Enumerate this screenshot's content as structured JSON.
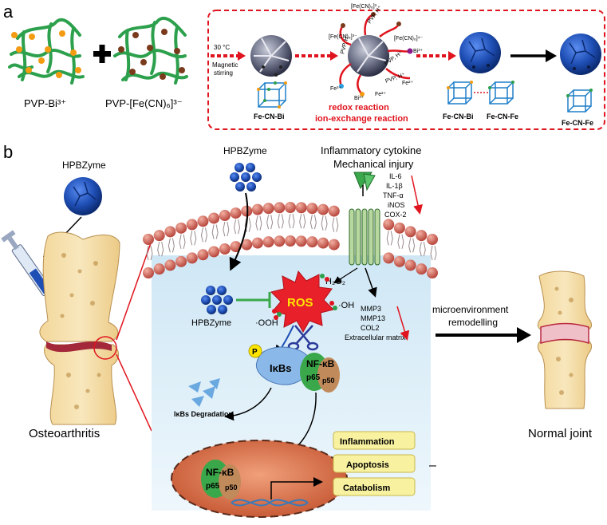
{
  "panel_a": {
    "label": "a",
    "pvp_bi": "PVP-Bi³⁺",
    "pvp_fe": "PVP-[Fe(CN)₆]³⁻",
    "condition_temp": "30 °C",
    "condition_stir_1": "Magnetic",
    "condition_stir_2": "stirring",
    "fe_cn_bi_1": "Fe-CN-Bi",
    "reaction_1": "redox reaction",
    "reaction_2": "ion-exchange reaction",
    "fe_cn_bi_2": "Fe-CN-Bi",
    "fe_cn_fe_1": "Fe-CN-Fe",
    "fe_cn_fe_2": "Fe-CN-Fe",
    "ion_fecn_a": "[Fe(CN)₆]³⁻",
    "ion_fecn_b": "[Fe(CN)₆]³",
    "ion_fecn_c": "[Fe(CN)₆]⁴⁻",
    "ion_pvp_h_1": "PVP, H⁺",
    "ion_pvp_h_2": "PVP, H⁺",
    "ion_pvp_h_3": "PVP, H⁺",
    "ion_pvp_h_4": "PVP, H⁺",
    "ion_bi": "Bi³⁺",
    "ion_bi_2": "Bi³⁺",
    "ion_fe3": "Fe³⁺",
    "ion_fe2_a": "Fe²⁺",
    "ion_fe2_b": "Fe²⁺"
  },
  "panel_b": {
    "label": "b",
    "hpbzyme_left": "HPBZyme",
    "hpbzyme_top": "HPBZyme",
    "inflam_1": "Inflammatory cytokine",
    "inflam_2": "Mechanical injury",
    "cytokines": [
      "IL-6",
      "IL-1β",
      "TNF-α",
      "iNOS",
      "COX-2"
    ],
    "h2o2": "H₂O₂",
    "ros": "ROS",
    "oh": "·OH",
    "ooh": "·OOH",
    "hpbzyme_cell": "HPBZyme",
    "matrix": [
      "MMP3",
      "MMP13",
      "COL2",
      "Extracellular matrix"
    ],
    "microenv_1": "microenvironment",
    "microenv_2": "remodelling",
    "p_badge": "P",
    "ikbs": "IκBs",
    "nfkb": "NF-κB",
    "p65": "p65",
    "p50": "p50",
    "ikbs_degradation": "IκBs Degradation",
    "osteoarthritis": "Osteoarthritis",
    "normal_joint": "Normal joint",
    "nfkb_nucleus": "NF-κB",
    "p65_nucleus": "p65",
    "p50_nucleus": "p50",
    "outcomes": [
      "Inflammation",
      "Apoptosis",
      "Catabolism"
    ],
    "minus": "–"
  },
  "colors": {
    "red_dash": "#e0141e",
    "green_chain": "#2ca04c",
    "orange_dot": "#f39c12",
    "brown_dot": "#7a3b1c",
    "nano_blue": "#1f4fb5",
    "membrane": "#c7554f",
    "cytoplasm": "#dbeef8",
    "nucleus": "#d06a4a",
    "ros_red": "#e8202a",
    "yellow_box": "#f8f2a0"
  }
}
